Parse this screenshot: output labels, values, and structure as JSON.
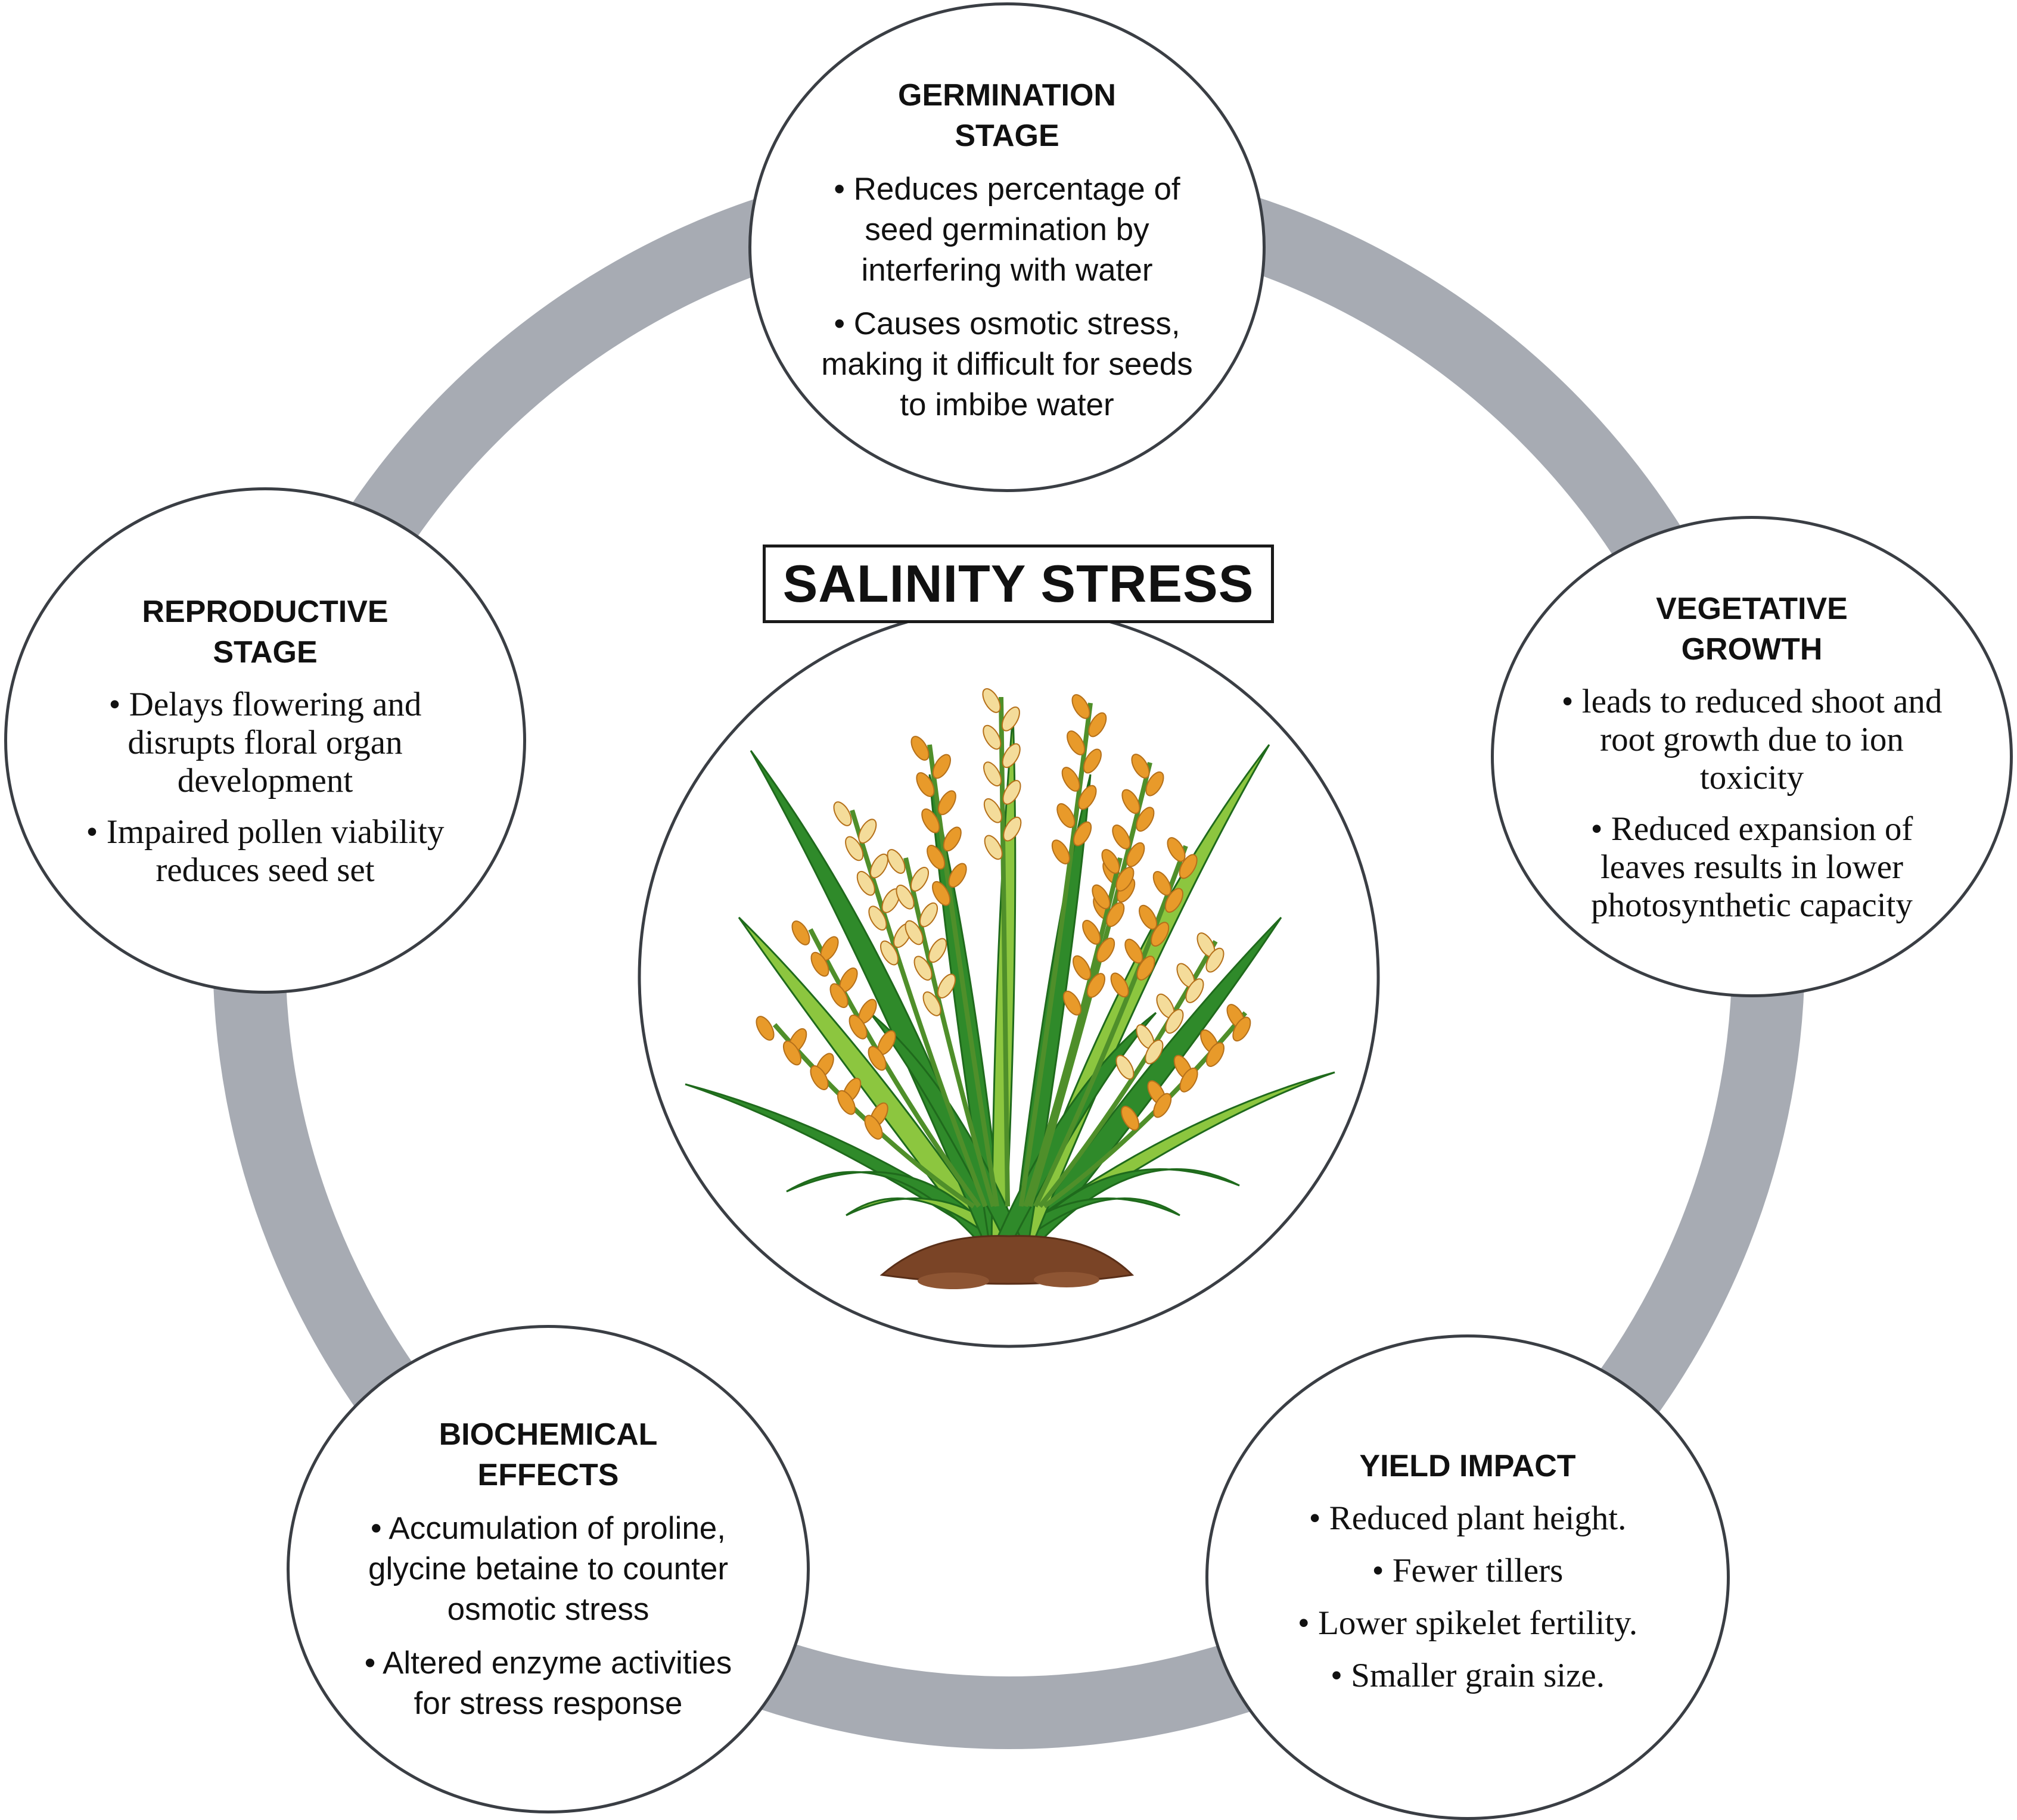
{
  "title": "SALINITY STRESS",
  "colors": {
    "ring": "#a7abb3",
    "node_border": "#3a3e44",
    "leaf_dark": "#2f8a2a",
    "leaf_light": "#8cc63f",
    "grain_gold": "#e89a2a",
    "grain_pale": "#f4dc9a",
    "soil": "#7a4426"
  },
  "stages": [
    {
      "id": "germination",
      "title": [
        "GERMINATION",
        "STAGE"
      ],
      "bullets": [
        "• Reduces percentage of seed germination by interfering with water",
        "• Causes osmotic stress, making it difficult for seeds to imbibe water"
      ]
    },
    {
      "id": "vegetative",
      "title": [
        "VEGETATIVE",
        "GROWTH"
      ],
      "bullets": [
        "• leads to reduced shoot and root growth due to ion toxicity",
        "• Reduced expansion of leaves results in lower photosynthetic capacity"
      ]
    },
    {
      "id": "yield",
      "title": [
        "YIELD IMPACT"
      ],
      "bullets": [
        "• Reduced plant height.",
        "• Fewer tillers",
        "• Lower spikelet fertility.",
        "• Smaller grain size."
      ]
    },
    {
      "id": "biochemical",
      "title": [
        "BIOCHEMICAL",
        "EFFECTS"
      ],
      "bullets": [
        "• Accumulation of proline, glycine betaine to counter osmotic stress",
        "• Altered enzyme activities for stress response"
      ]
    },
    {
      "id": "reproductive",
      "title": [
        "REPRODUCTIVE",
        "STAGE"
      ],
      "bullets": [
        "• Delays flowering and disrupts floral organ development",
        "• Impaired pollen viability reduces seed set"
      ]
    }
  ],
  "center_image": {
    "icon": "rice-plant-icon",
    "soil_icon": "soil-mound-icon"
  }
}
